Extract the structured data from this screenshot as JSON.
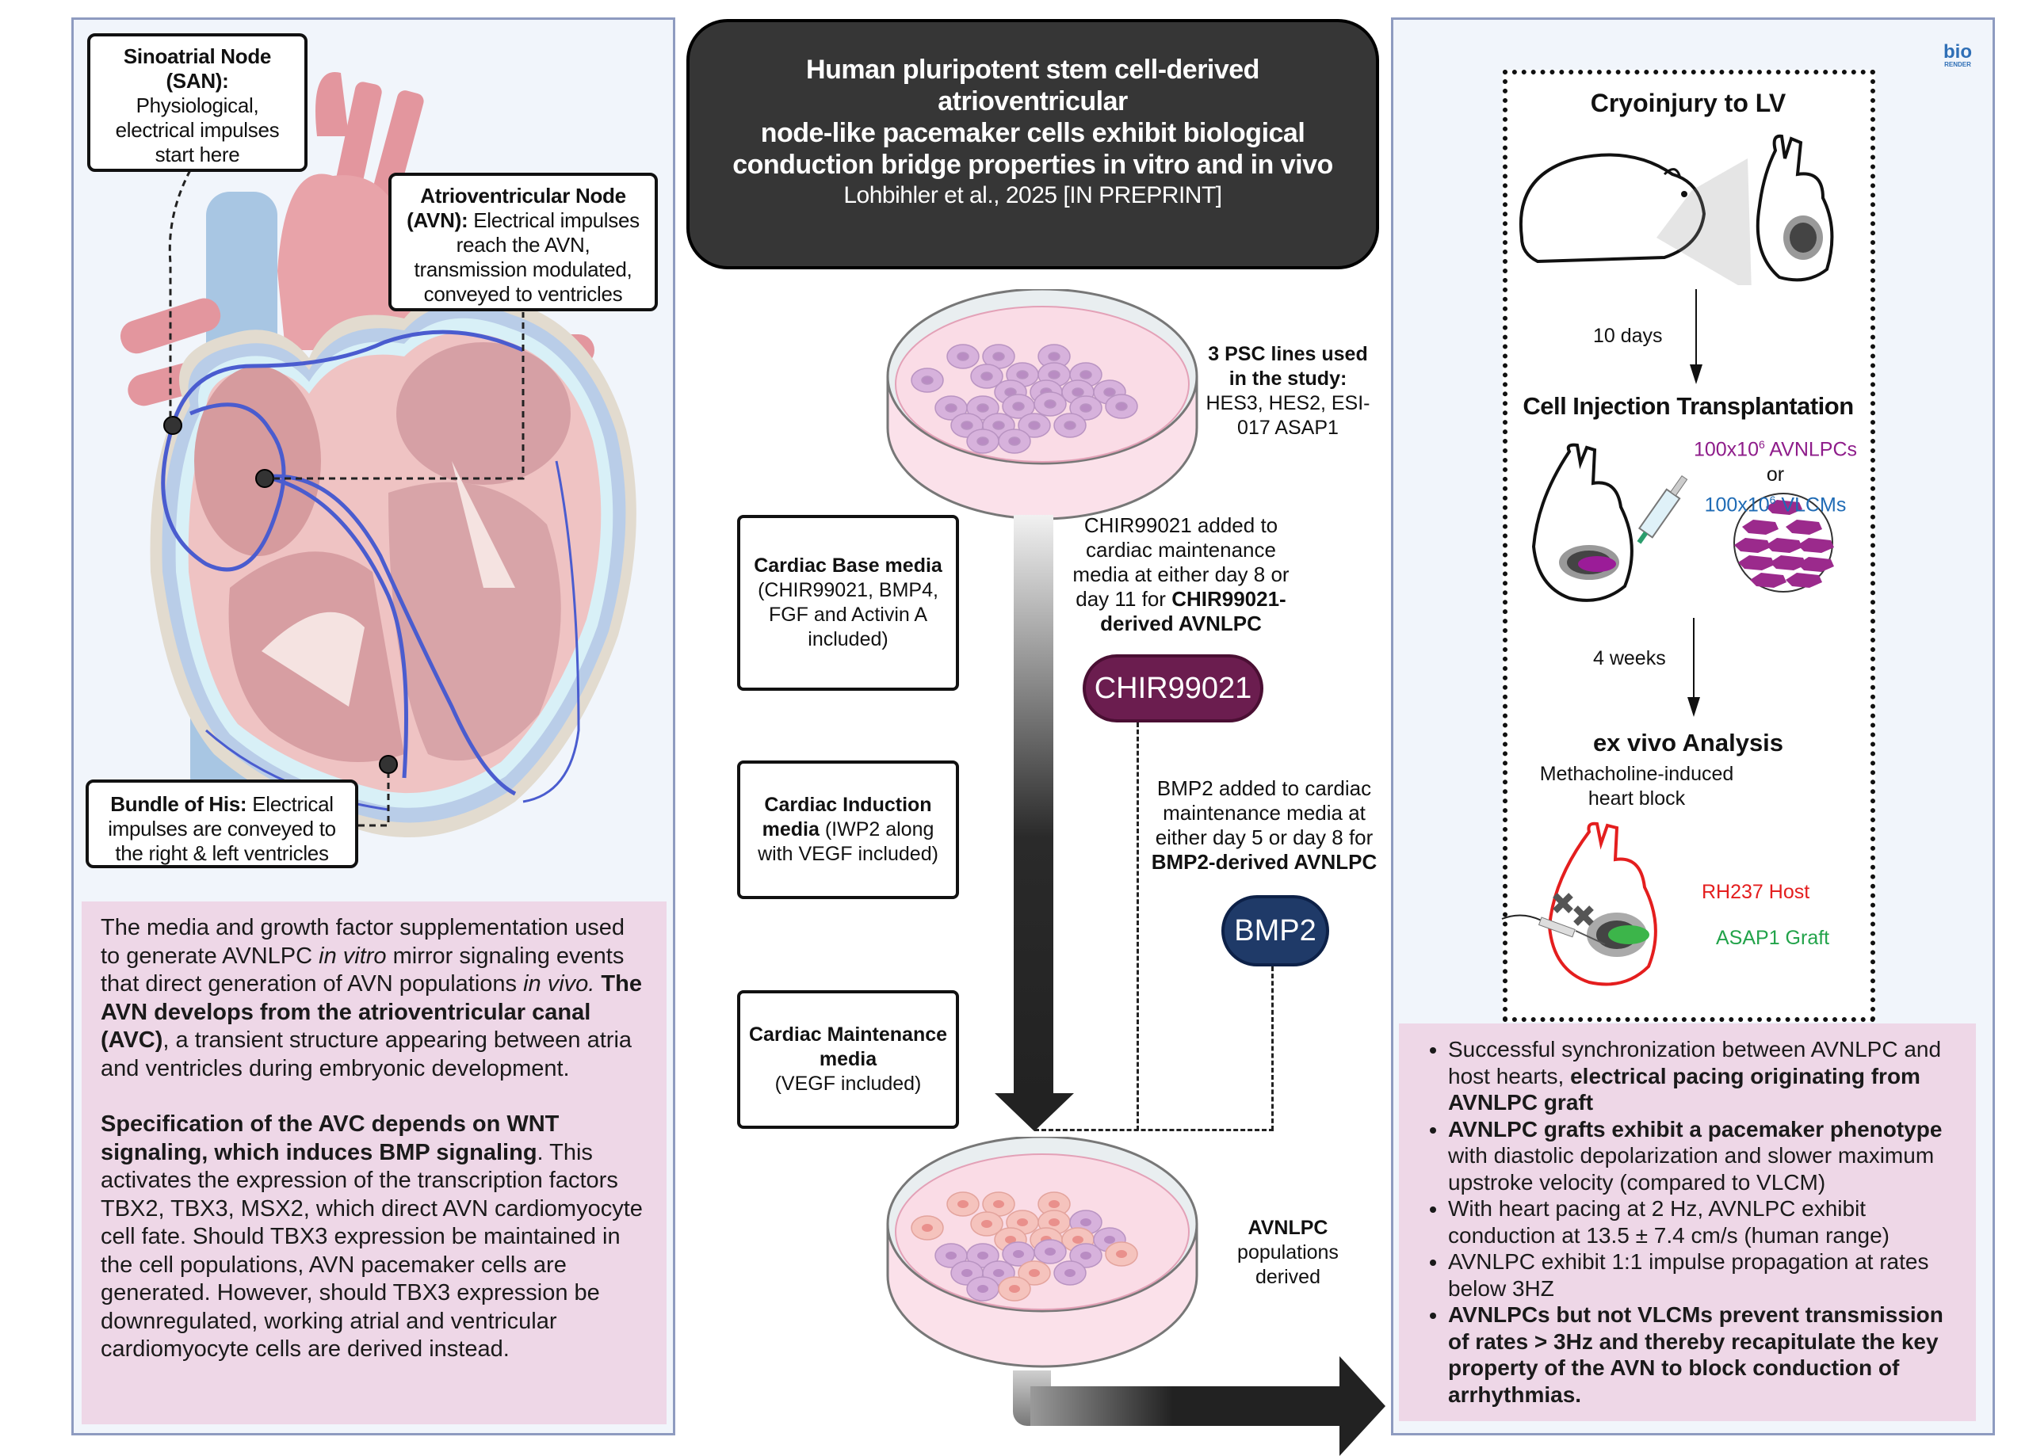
{
  "title": {
    "line1": "Human pluripotent stem cell-derived",
    "line2": "atrioventricular",
    "line3": "node-like pacemaker cells exhibit biological",
    "line4": "conduction bridge properties in vitro and in vivo",
    "citation": "Lohbihler et al., 2025 [IN PREPRINT]"
  },
  "left_panel": {
    "san_callout": {
      "bold": "Sinoatrial Node (SAN):",
      "text": "Physiological, electrical impulses start here"
    },
    "avn_callout": {
      "bold": "Atrioventricular Node (AVN):",
      "text": "Electrical impulses reach the AVN, transmission modulated, conveyed to ventricles"
    },
    "his_callout": {
      "bold": "Bundle of His:",
      "text": "Electrical impulses are conveyed to the right & left ventricles"
    },
    "paragraph1": {
      "part1": "The media and growth factor supplementation used to generate AVNLPC ",
      "italic1": "in vitro",
      "part2": " mirror signaling events that direct generation of AVN populations ",
      "italic2": "in vivo.",
      "bold1": " The AVN develops from the atrioventricular canal (AVC)",
      "part3": ", a transient structure appearing between atria and ventricles during embryonic development."
    },
    "paragraph2": {
      "bold1": "Specification of the AVC depends on WNT signaling, which induces BMP signaling",
      "part1": ". This activates the expression of the transcription factors TBX2, TBX3, MSX2, which direct AVN cardiomyocyte cell fate. Should TBX3 expression be maintained in the cell populations, AVN pacemaker cells are generated. However, should TBX3 expression be downregulated, working atrial and ventricular cardiomyocyte cells are derived instead."
    }
  },
  "middle": {
    "psc_label": {
      "bold": "3 PSC lines used in the study:",
      "text": "HES3, HES2, ESI-017 ASAP1"
    },
    "media_boxes": [
      {
        "bold": "Cardiac Base media",
        "text": "(CHIR99021, BMP4, FGF and Activin A included)"
      },
      {
        "bold": "Cardiac Induction media",
        "text": " (IWP2 along with VEGF included)"
      },
      {
        "bold": "Cardiac Maintenance media",
        "text": "(VEGF included)"
      }
    ],
    "chir_note": {
      "text": "CHIR99021 added to cardiac maintenance media at either day 8 or day 11 for ",
      "bold": "CHIR99021-derived AVNLPC"
    },
    "chir_pill": "CHIR99021",
    "bmp_note": {
      "text": "BMP2 added to cardiac maintenance media at either day 5 or day 8 for ",
      "bold": "BMP2-derived AVNLPC"
    },
    "bmp_pill": "BMP2",
    "avnlpc_label": {
      "bold": "AVNLPC",
      "text": "populations derived"
    },
    "colors": {
      "chir": "#6b1d4f",
      "bmp": "#1f3a68"
    }
  },
  "right_panel": {
    "logo": {
      "top": "bio",
      "bottom": "RENDER"
    },
    "cryo_title": "Cryoinjury to LV",
    "step1_duration": "10 days",
    "injection_title": "Cell Injection Transplantation",
    "dose_avnlpc": {
      "base": "100x10",
      "exp": "6",
      "suffix": " AVNLPCs"
    },
    "dose_or": "or",
    "dose_vlcm": {
      "base": "100x10",
      "exp": "6",
      "suffix": " VLCMs"
    },
    "step2_duration": "4 weeks",
    "exvivo_title": "ex vivo Analysis",
    "exvivo_sub": "Methacholine-induced heart block",
    "host_label": "RH237 Host",
    "graft_label": "ASAP1 Graft",
    "colors": {
      "avnlpc": "#8e1c8a",
      "vlcm": "#1f6bb5",
      "host": "#e41e1e",
      "graft": "#22a34a"
    },
    "bullets": [
      {
        "normal": "Successful synchronization between AVNLPC and host hearts, ",
        "bold": "electrical pacing originating from AVNLPC graft",
        "tail": ""
      },
      {
        "normal": "",
        "bold": "AVNLPC grafts exhibit a pacemaker phenotype",
        "tail": " with diastolic depolarization and slower maximum upstroke velocity (compared to VLCM)"
      },
      {
        "normal": "With heart pacing at 2 Hz, AVNLPC exhibit conduction at 13.5 ± 7.4 cm/s (human range)",
        "bold": "",
        "tail": ""
      },
      {
        "normal": "AVNLPC exhibit 1:1 impulse propagation at rates below 3HZ",
        "bold": "",
        "tail": ""
      },
      {
        "normal": "",
        "bold": "AVNLPCs but not VLCMs prevent transmission of rates > 3Hz and thereby recapitulate the key property of the AVN to block conduction of arrhythmias.",
        "tail": ""
      }
    ]
  }
}
